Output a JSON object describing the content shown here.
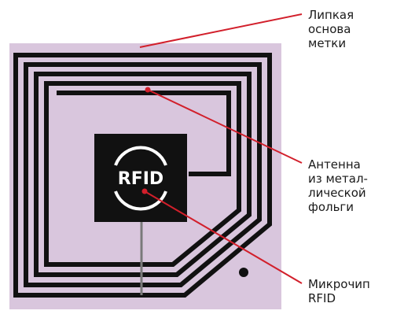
{
  "colors": {
    "backing": "#d9c6dd",
    "antenna": "#111111",
    "chip": "#111111",
    "chip_text": "#ffffff",
    "leader_line": "#d21f2b"
  },
  "chip": {
    "text": "RFID"
  },
  "labels": {
    "backing": {
      "lines": [
        "Липкая",
        "основа",
        "метки"
      ]
    },
    "antenna": {
      "lines": [
        "Антенна",
        "из метал-",
        "лической",
        "фольги"
      ]
    },
    "chip": {
      "lines": [
        "Микрочип",
        "RFID"
      ]
    }
  }
}
